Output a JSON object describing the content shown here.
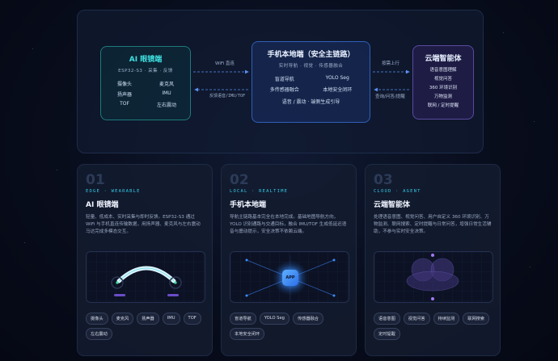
{
  "architecture": {
    "eye_node": {
      "title": "AI 眼镜端",
      "subtitle": "ESP32-S3 · 采集 · 反馈",
      "features": [
        "摄像头",
        "麦克风",
        "扬声器",
        "IMU",
        "TOF",
        "左右震动"
      ]
    },
    "phone_node": {
      "title": "手机本地端（安全主链路）",
      "subtitle": "实时导航 · 视觉 · 传感器融合",
      "features": [
        "盲道导航",
        "YOLO Seg",
        "多传感器融合",
        "本地安全闭环"
      ],
      "footer": "语音 / 震动 · 端侧生成引导"
    },
    "cloud_node": {
      "title": "云端智能体",
      "features": [
        "语音意图理解",
        "视觉问答",
        "360 环境识别",
        "万物监测",
        "联网 / 定时提醒"
      ]
    },
    "links": {
      "eye_to_phone": "WiFi 直连",
      "phone_to_eye": "反馈语音/IMU/TOF",
      "phone_to_cloud": "按需上行",
      "cloud_to_phone": "查询/问答/提醒"
    }
  },
  "cards": [
    {
      "num": "01",
      "tag": "EDGE · WEARABLE",
      "title": "AI 眼镜端",
      "desc": "轻量、低成本、实时采集与即时反馈。ESP32-S3 通过 WiFi 与手机直连传输数据，用扬声器、麦克风与左右震动马达完成多模态交互。",
      "chips": [
        "摄像头",
        "麦克风",
        "扬声器",
        "IMU",
        "TOF",
        "左右震动"
      ]
    },
    {
      "num": "02",
      "tag": "LOCAL · REALTIME",
      "title": "手机本地端",
      "desc": "导航主链路基本完全在本地完成。基础地图导航方向，YOLO 识别通路与交通目标，融合 IMU/TOF 生成低延迟语音与震动提示，安全决策不依赖云端。",
      "chips": [
        "盲道导航",
        "YOLO Seg",
        "传感器融合",
        "本地安全闭环"
      ],
      "app_label": "APP"
    },
    {
      "num": "03",
      "tag": "CLOUD · AGENT",
      "title": "云端智能体",
      "desc": "处理语音意图、视觉问答、用户自定义 360 环境识别、万物监测、联网搜索、定时提醒与日常问答，增强日常生活辅助，不参与实时安全决策。",
      "chips": [
        "语音意图",
        "视觉问答",
        "持续监测",
        "联网搜索",
        "定时提醒"
      ]
    }
  ],
  "colors": {
    "accent_cyan": "#35c9e6",
    "eye_teal": "#3fe0e0",
    "phone_blue": "#2f5fb8",
    "cloud_purple": "#5a4aa0",
    "app_button": "#3a8cff"
  }
}
